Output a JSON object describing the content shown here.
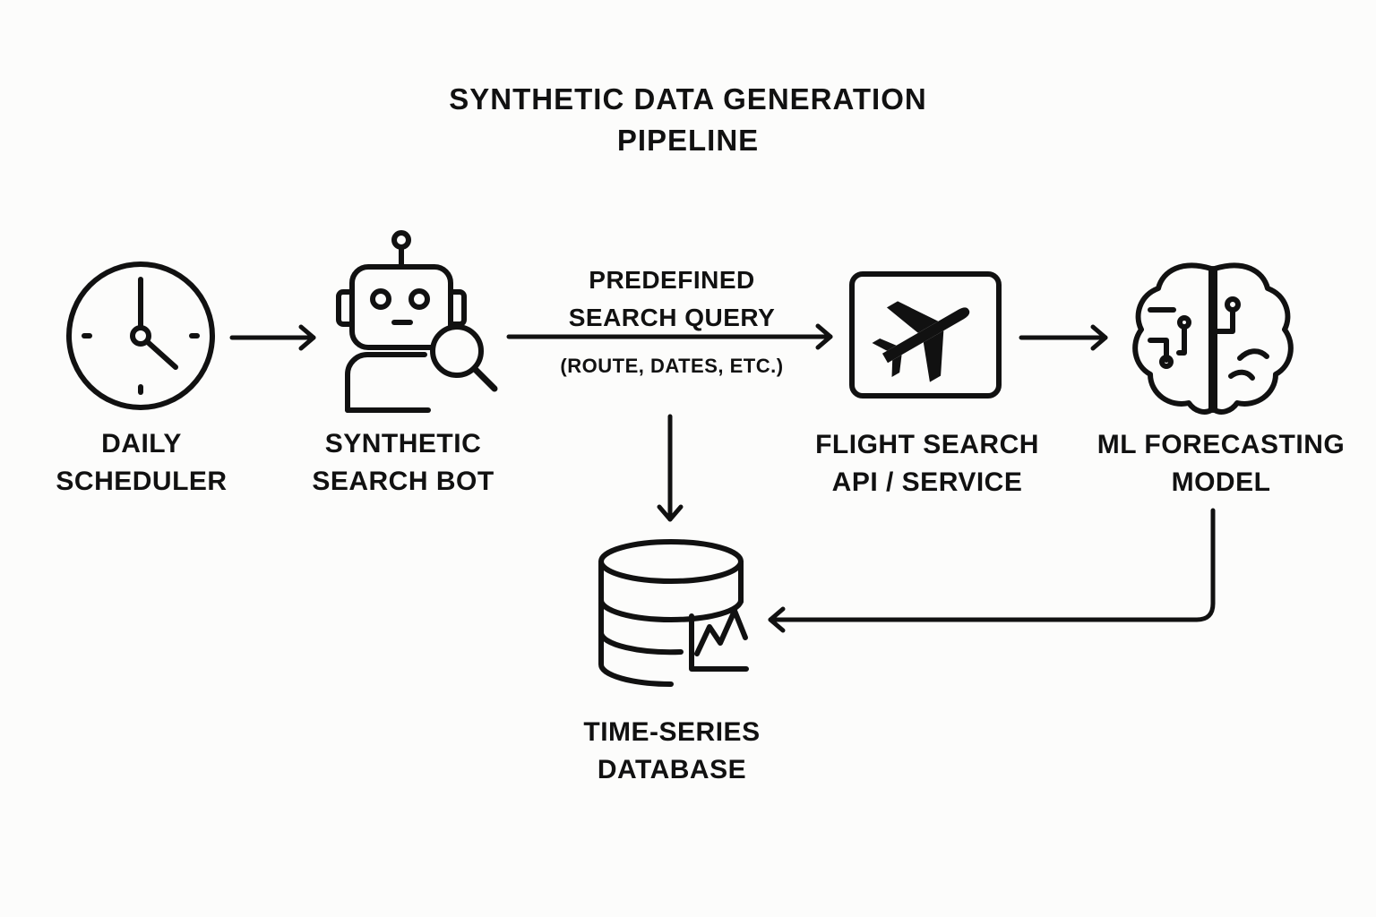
{
  "title": {
    "line1": "SYNTHETIC DATA GENERATION",
    "line2": "PIPELINE"
  },
  "nodes": {
    "scheduler": {
      "line1": "DAILY",
      "line2": "SCHEDULER",
      "icon": "clock-icon"
    },
    "bot": {
      "line1": "SYNTHETIC",
      "line2": "SEARCH BOT",
      "icon": "robot-search-icon"
    },
    "api": {
      "line1": "FLIGHT SEARCH",
      "line2": "API / SERVICE",
      "icon": "airplane-icon"
    },
    "model": {
      "line1": "ML FORECASTING",
      "line2": "MODEL",
      "icon": "brain-icon"
    },
    "database": {
      "line1": "TIME-SERIES",
      "line2": "DATABASE",
      "icon": "database-chart-icon"
    }
  },
  "edges": {
    "query": {
      "line1": "PREDEFINED",
      "line2": "SEARCH QUERY",
      "sub": "(ROUTE, DATES, ETC.)"
    }
  },
  "colors": {
    "stroke": "#111111",
    "background": "#fcfcfb"
  }
}
